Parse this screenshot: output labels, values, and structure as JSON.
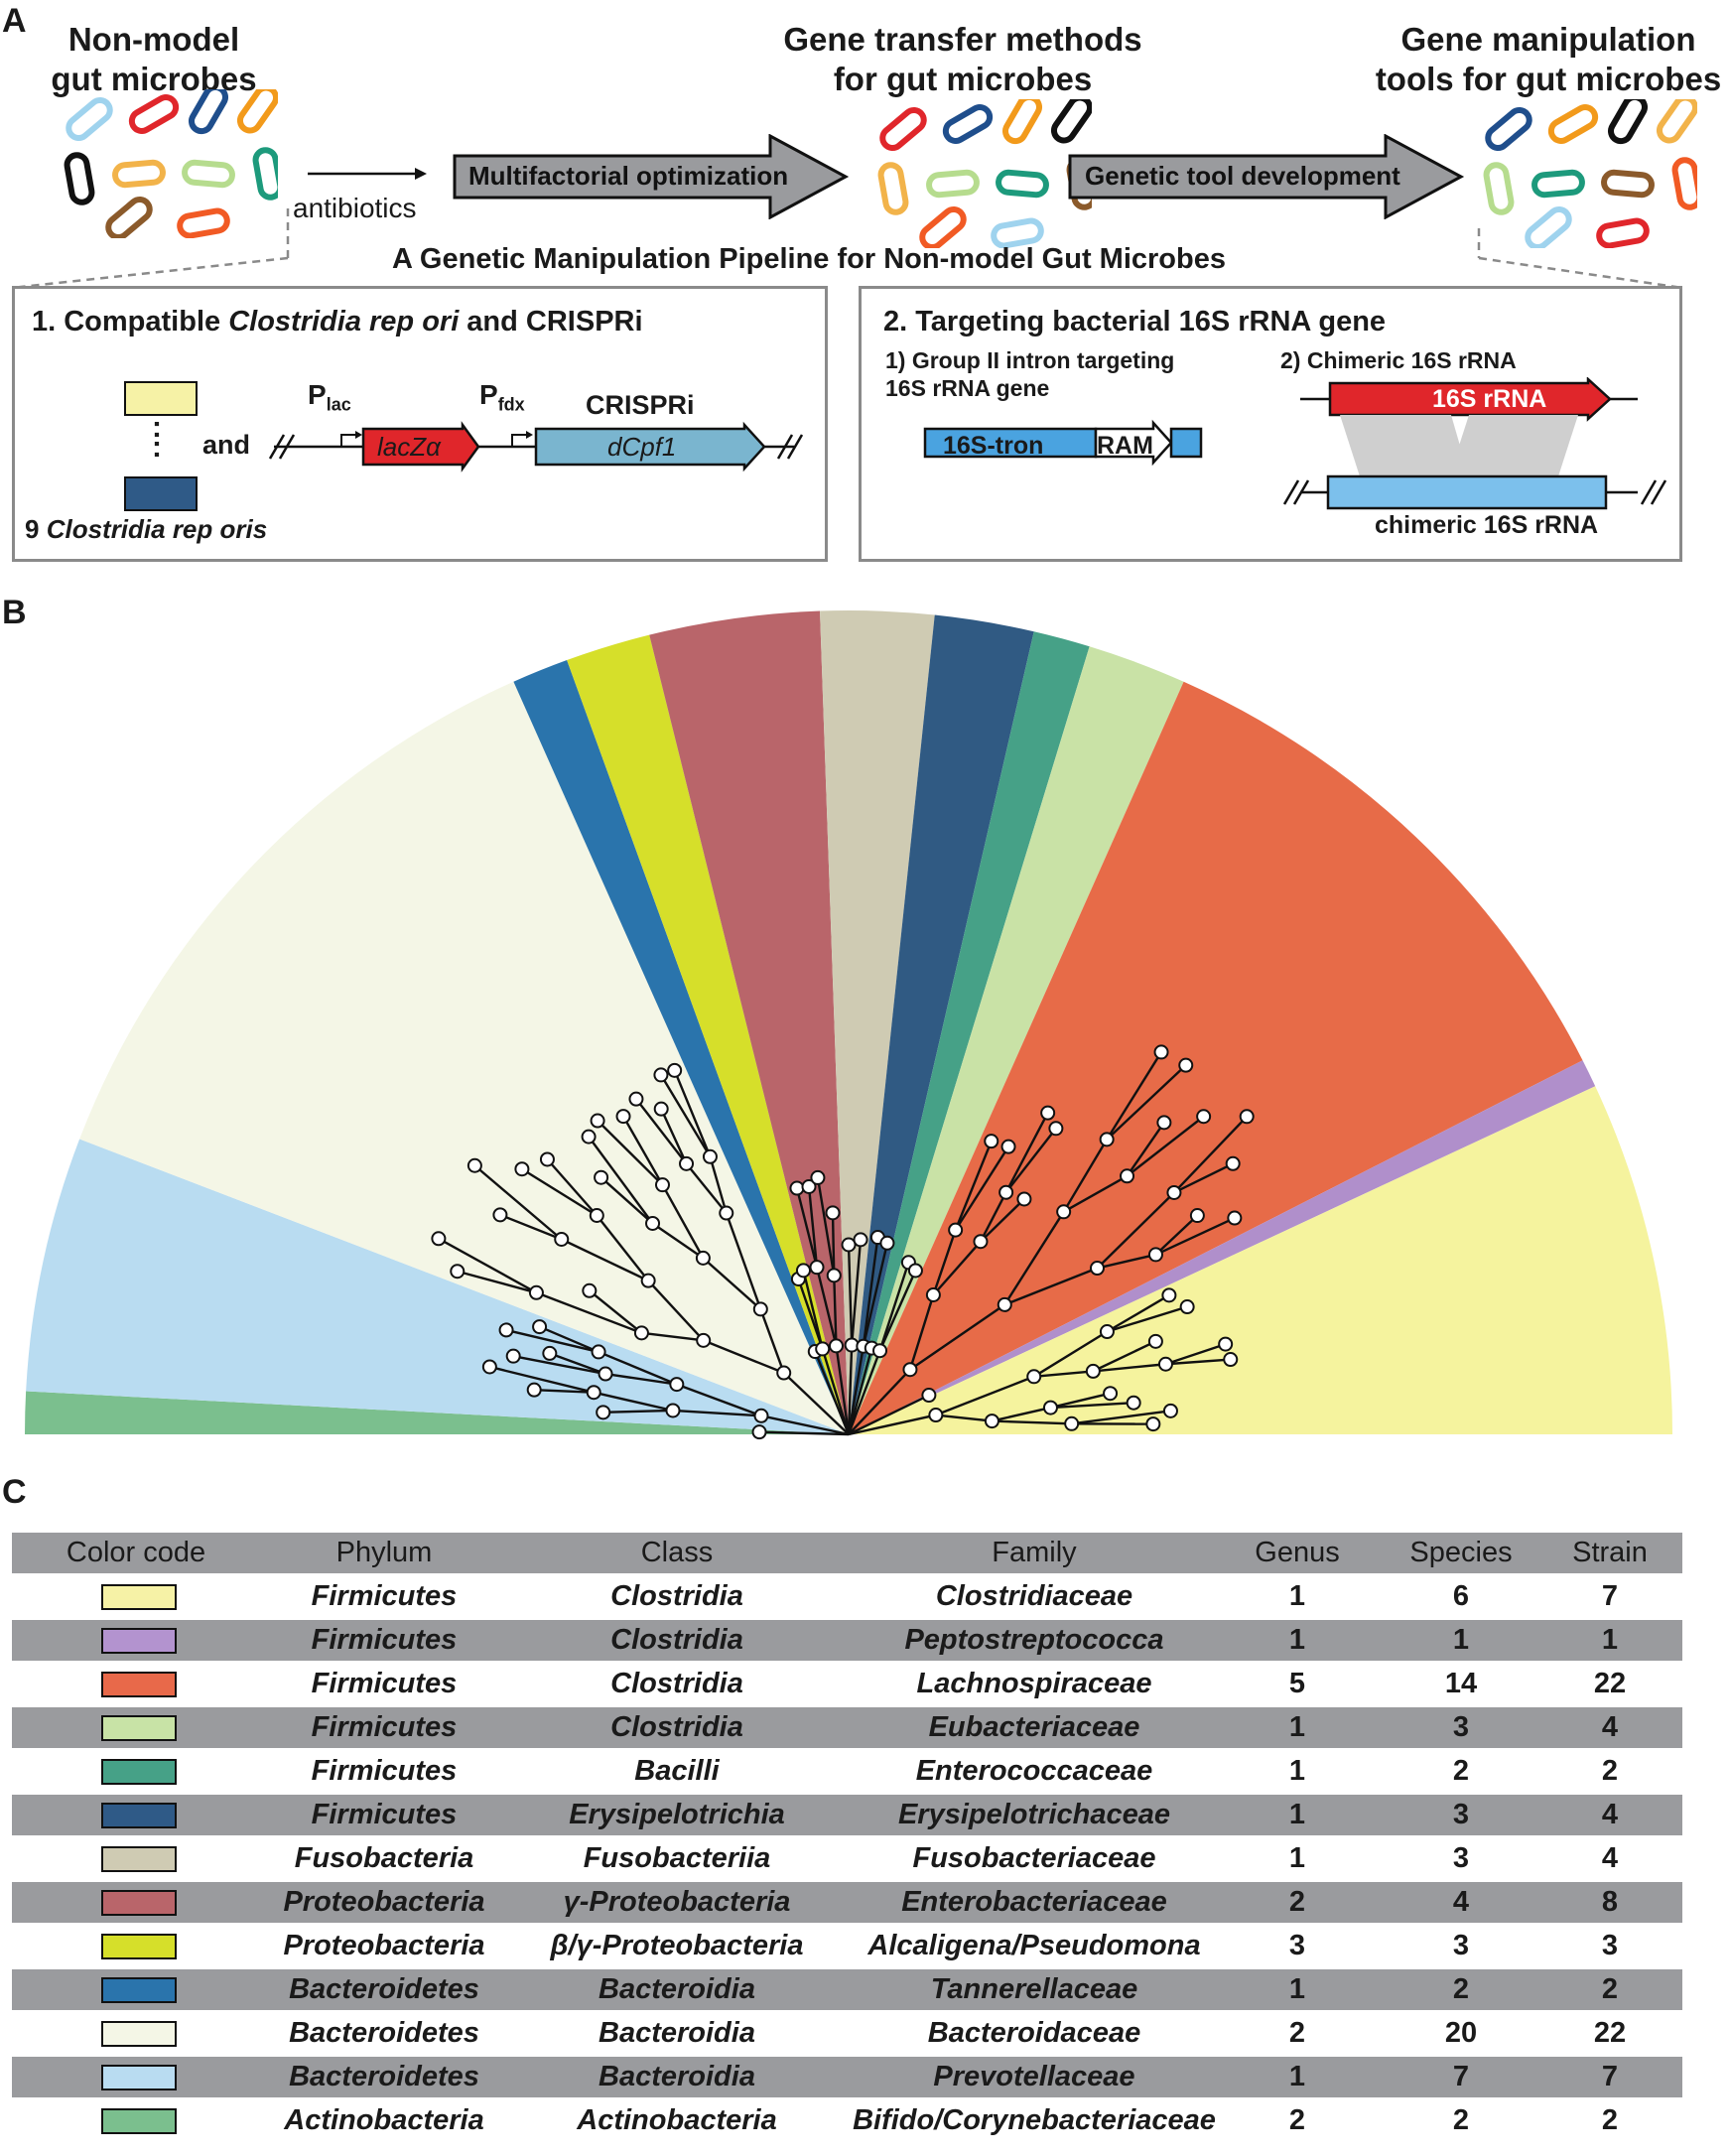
{
  "panel_labels": {
    "a": "A",
    "b": "B",
    "c": "C"
  },
  "panel_a": {
    "step1_title": [
      "Non-model",
      "gut microbes"
    ],
    "step2_title": [
      "Gene transfer methods",
      "for gut microbes"
    ],
    "step3_title": [
      "Gene manipulation",
      "tools for gut microbes"
    ],
    "antibiotics_label": "antibiotics",
    "arrow1_label": "Multifactorial optimization",
    "arrow2_label": "Genetic tool development",
    "pipeline_title": "A Genetic Manipulation Pipeline for Non-model Gut Microbes",
    "box1": {
      "title_prefix": "1. Compatible ",
      "title_italic": "Clostridia rep ori",
      "title_suffix": " and CRISPRi",
      "dots": ":",
      "and_label": "and",
      "p_lac": "P",
      "p_lac_sub": "lac",
      "p_fdx": "P",
      "p_fdx_sub": "fdx",
      "crispri_label": "CRISPRi",
      "lacz_label": "lacZα",
      "dcpf1_label": "dCpf1",
      "rep_oris_prefix": "9 ",
      "rep_oris_italic": "Clostridia rep oris"
    },
    "box2": {
      "title": "2. Targeting bacterial 16S rRNA gene",
      "sub1_line1": "1) Group II intron targeting",
      "sub1_line2": "16S rRNA gene",
      "sub2": "2) Chimeric 16S rRNA",
      "tron_label": "16S-tron",
      "ram_label": "RAM",
      "rrna_label": "16S rRNA",
      "chimeric_label": "chimeric 16S rRNA"
    },
    "microbe_colors": [
      "#9fd3ee",
      "#e0262b",
      "#1f4e8c",
      "#f29a1b",
      "#111111",
      "#f2b34a",
      "#b6dc8e",
      "#1d9a7c",
      "#8b5a2b",
      "#f15a24"
    ]
  },
  "panel_b": {
    "wedge_colors": [
      "#7bbf8e",
      "#b9dcf1",
      "#f4f6e6",
      "#2a74ac",
      "#d6df2a",
      "#b9656a",
      "#cfcbb3",
      "#305a83",
      "#46a187",
      "#c9e2a6",
      "#e76b48",
      "#b08fcb",
      "#f5f39e"
    ]
  },
  "panel_c": {
    "headers": [
      "Color code",
      "Phylum",
      "Class",
      "Family",
      "Genus",
      "Species",
      "Strain"
    ],
    "rows": [
      {
        "color": "#f6f2a6",
        "phylum": "Firmicutes",
        "class": "Clostridia",
        "family": "Clostridiaceae",
        "genus": "1",
        "species": "6",
        "strain": "7"
      },
      {
        "color": "#b393cf",
        "phylum": "Firmicutes",
        "class": "Clostridia",
        "family": "Peptostreptococca",
        "genus": "1",
        "species": "1",
        "strain": "1"
      },
      {
        "color": "#e8694a",
        "phylum": "Firmicutes",
        "class": "Clostridia",
        "family": "Lachnospiraceae",
        "genus": "5",
        "species": "14",
        "strain": "22"
      },
      {
        "color": "#c8e3a6",
        "phylum": "Firmicutes",
        "class": "Clostridia",
        "family": "Eubacteriaceae",
        "genus": "1",
        "species": "3",
        "strain": "4"
      },
      {
        "color": "#46a187",
        "phylum": "Firmicutes",
        "class": "Bacilli",
        "family": "Enterococcaceae",
        "genus": "1",
        "species": "2",
        "strain": "2"
      },
      {
        "color": "#2f5a87",
        "phylum": "Firmicutes",
        "class": "Erysipelotrichia",
        "family": "Erysipelotrichaceae",
        "genus": "1",
        "species": "3",
        "strain": "4"
      },
      {
        "color": "#cfcbb3",
        "phylum": "Fusobacteria",
        "class": "Fusobacteriia",
        "family": "Fusobacteriaceae",
        "genus": "1",
        "species": "3",
        "strain": "4"
      },
      {
        "color": "#b9656a",
        "phylum": "Proteobacteria",
        "class": "γ-Proteobacteria",
        "family": "Enterobacteriaceae",
        "genus": "2",
        "species": "4",
        "strain": "8"
      },
      {
        "color": "#d6df2a",
        "phylum": "Proteobacteria",
        "class": "β/γ-Proteobacteria",
        "family": "Alcaligena/Pseudomona",
        "genus": "3",
        "species": "3",
        "strain": "3"
      },
      {
        "color": "#2a74ac",
        "phylum": "Bacteroidetes",
        "class": "Bacteroidia",
        "family": "Tannerellaceae",
        "genus": "1",
        "species": "2",
        "strain": "2"
      },
      {
        "color": "#f4f6e6",
        "phylum": "Bacteroidetes",
        "class": "Bacteroidia",
        "family": "Bacteroidaceae",
        "genus": "2",
        "species": "20",
        "strain": "22"
      },
      {
        "color": "#b9dcf1",
        "phylum": "Bacteroidetes",
        "class": "Bacteroidia",
        "family": "Prevotellaceae",
        "genus": "1",
        "species": "7",
        "strain": "7"
      },
      {
        "color": "#7bbf8e",
        "phylum": "Actinobacteria",
        "class": "Actinobacteria",
        "family": "Bifido/Corynebacteriaceae",
        "genus": "2",
        "species": "2",
        "strain": "2"
      }
    ]
  }
}
